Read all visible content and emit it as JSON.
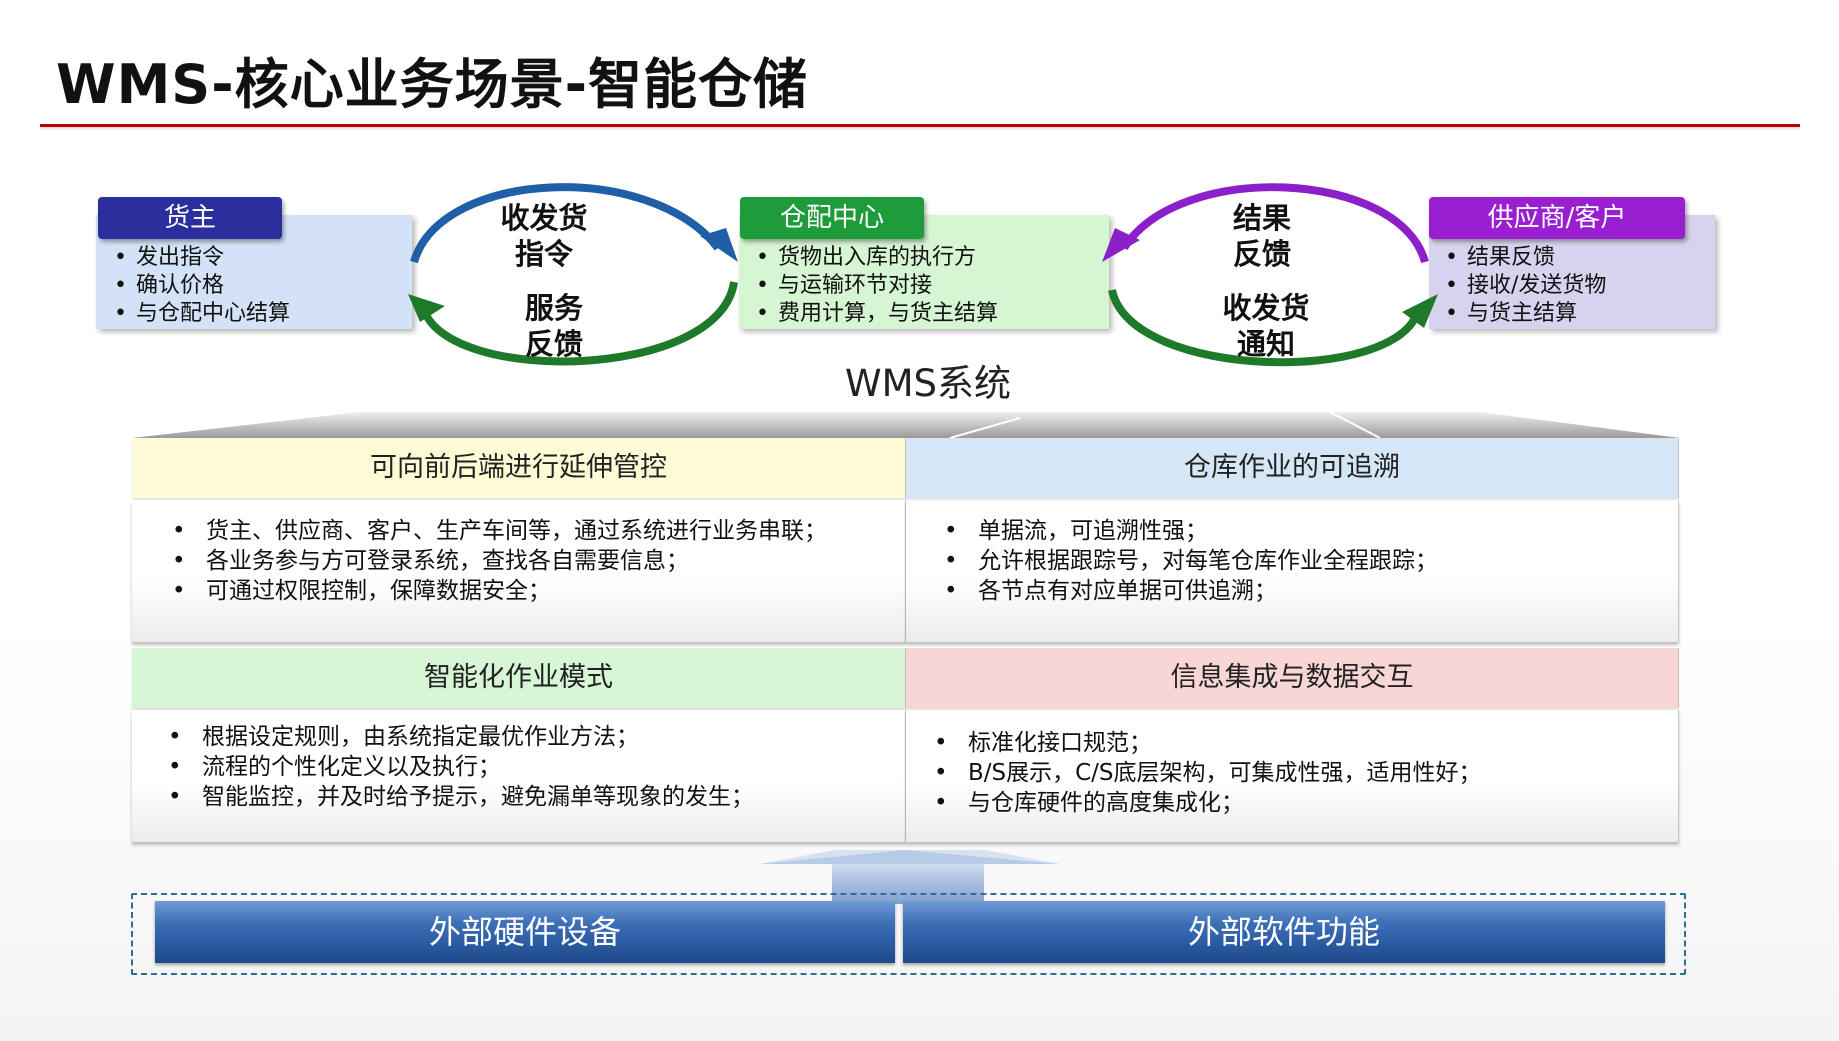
{
  "title": "WMS-核心业务场景-智能仓储",
  "colors": {
    "accent_rule": "#c00000",
    "owner_head": "#2b2f9e",
    "owner_body": "#d3e2f6",
    "center_head": "#1e9b3a",
    "center_body": "#d6f5d3",
    "supplier_head": "#9a1fd0",
    "supplier_body": "#d7d3ee",
    "arrow_blue": "#1f5fa8",
    "arrow_green": "#1e7a2a",
    "arrow_purple": "#8b1fc8"
  },
  "entities": {
    "owner": {
      "title": "货主",
      "items": [
        "发出指令",
        "确认价格",
        "与仓配中心结算"
      ]
    },
    "center": {
      "title": "仓配中心",
      "items": [
        "货物出入库的执行方",
        "与运输环节对接",
        "费用计算，与货主结算"
      ]
    },
    "supplier": {
      "title": "供应商/客户",
      "items": [
        "结果反馈",
        "接收/发送货物",
        "与货主结算"
      ]
    }
  },
  "cycles": {
    "left": {
      "top": [
        "收发货",
        "指令"
      ],
      "bottom": [
        "服务",
        "反馈"
      ]
    },
    "right": {
      "top": [
        "结果",
        "反馈"
      ],
      "bottom": [
        "收发货",
        "通知"
      ]
    }
  },
  "wms_label": "WMS系统",
  "features": [
    {
      "title": "可向前后端进行延伸管控",
      "head_color": "#fdfbd6",
      "items": [
        "货主、供应商、客户、生产车间等，通过系统进行业务串联；",
        "各业务参与方可登录系统，查找各自需要信息；",
        "可通过权限控制，保障数据安全；"
      ]
    },
    {
      "title": "仓库作业的可追溯",
      "head_color": "#d5e6f6",
      "items": [
        "单据流，可追溯性强；",
        "允许根据跟踪号，对每笔仓库作业全程跟踪；",
        "各节点有对应单据可供追溯；"
      ]
    },
    {
      "title": "智能化作业模式",
      "head_color": "#d7f6d6",
      "items": [
        "根据设定规则，由系统指定最优作业方法；",
        "流程的个性化定义以及执行；",
        "智能监控，并及时给予提示，避免漏单等现象的发生；"
      ]
    },
    {
      "title": "信息集成与数据交互",
      "head_color": "#f9d6d6",
      "items": [
        "标准化接口规范；",
        "B/S展示，C/S底层架构，可集成性强，适用性好；",
        "与仓库硬件的高度集成化；"
      ]
    }
  ],
  "bottom": {
    "left": "外部硬件设备",
    "right": "外部软件功能"
  }
}
